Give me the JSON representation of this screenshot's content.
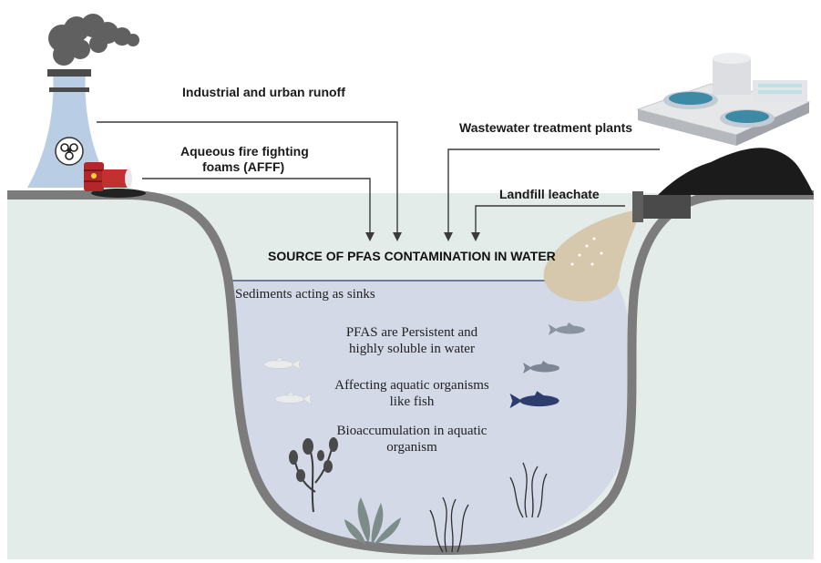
{
  "sources": {
    "industrial_runoff": "Industrial and urban  runoff",
    "afff_line1": "Aqueous fire fighting",
    "afff_line2": "foams (AFFF)",
    "wastewater": "Wastewater treatment plants",
    "landfill": "Landfill leachate"
  },
  "title": "SOURCE OF PFAS CONTAMINATION IN WATER",
  "notes": {
    "sediments": "Sediments acting as sinks",
    "persistent_line1": "PFAS are Persistent and",
    "persistent_line2": "highly soluble in water",
    "affecting_line1": "Affecting aquatic organisms",
    "affecting_line2": "like fish",
    "bioaccum_line1": "Bioaccumulation in aquatic",
    "bioaccum_line2": "organism"
  },
  "icons": {
    "biohazard": "biohazard-icon",
    "factory": "cooling-tower-icon",
    "barrels": "toxic-barrel-icon",
    "plant": "treatment-plant-icon",
    "pipe": "leachate-pipe-icon",
    "fish": "fish-icon",
    "seaweed": "seaweed-icon"
  },
  "colors": {
    "land": "#e4ece9",
    "water": "#d4d9e8",
    "rim": "#7c7c7c",
    "smoke": "#606060",
    "barrel": "#b3262a",
    "leachate": "#d6c8ad",
    "fish_dark": "#2d3e6e"
  }
}
